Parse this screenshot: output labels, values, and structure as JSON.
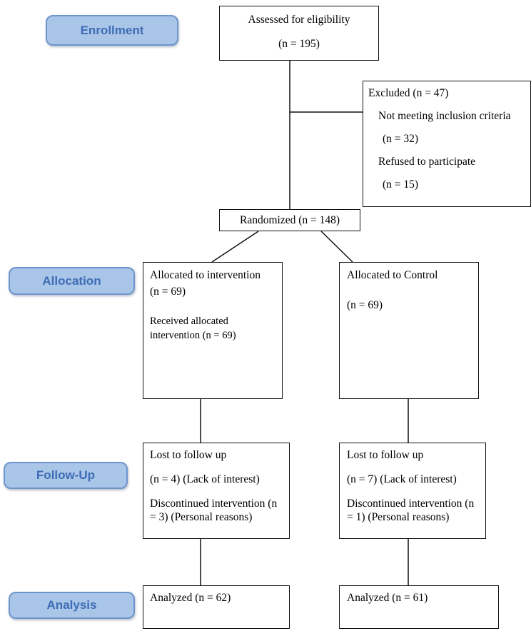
{
  "diagram": {
    "type": "CONSORT participant flow diagram",
    "colors": {
      "badge_fill": "#a9c5e8",
      "badge_border": "#6e96cc",
      "badge_text": "#3e6cb5",
      "box_border": "#111111",
      "connector": "#111111"
    }
  },
  "stages": {
    "enrollment": "Enrollment",
    "allocation": "Allocation",
    "followup": "Follow-Up",
    "analysis": "Analysis"
  },
  "boxes": {
    "assessed": {
      "title": "Assessed for eligibility",
      "n": "(n = 195)"
    },
    "excluded": {
      "title": "Excluded (n = 47)",
      "reason1": "Not meeting inclusion criteria",
      "reason1_n": "(n = 32)",
      "reason2": "Refused to participate",
      "reason2_n": "(n = 15)"
    },
    "randomized": {
      "label": "Randomized (n = 148)"
    },
    "alloc_intervention": {
      "line1": "Allocated to intervention",
      "n": "(n = 69)",
      "received": "Received allocated intervention (n = 69)"
    },
    "alloc_control": {
      "line1": "Allocated to Control",
      "n": "(n = 69)"
    },
    "followup_intervention": {
      "line1": "Lost to follow up",
      "line2": "(n = 4) (Lack of interest)",
      "line3": "Discontinued intervention (n = 3) (Personal reasons)"
    },
    "followup_control": {
      "line1": "Lost to follow up",
      "line2": "(n = 7) (Lack of interest)",
      "line3": "Discontinued intervention (n = 1) (Personal reasons)"
    },
    "analyzed_intervention": {
      "label": "Analyzed (n = 62)"
    },
    "analyzed_control": {
      "label": "Analyzed (n = 61)"
    }
  }
}
